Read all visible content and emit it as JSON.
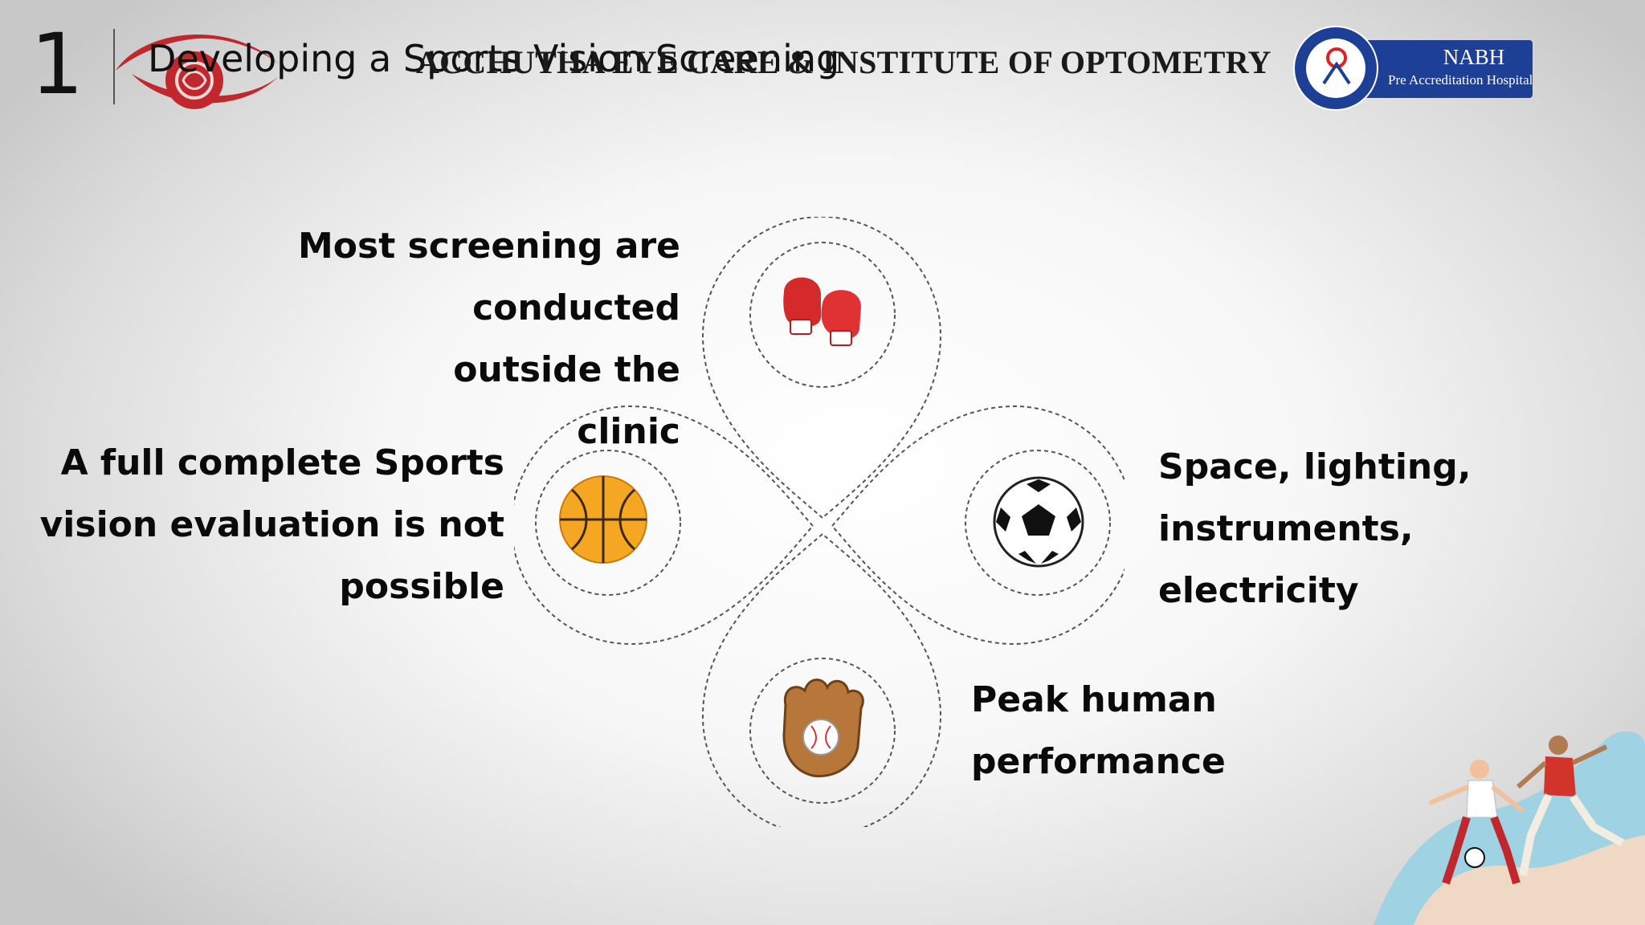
{
  "header": {
    "slide_number": "1",
    "title": "Developing a Sports Vision Screening",
    "institute": "ACCHUTHA EYE CARE & INSTITUTE OF OPTOMETRY",
    "nabh": {
      "title": "NABH",
      "subtitle": "Pre Accreditation Hospital"
    }
  },
  "points": {
    "top": "Most screening are conducted\noutside the\nclinic",
    "left": "A full complete Sports\nvision evaluation is not\npossible",
    "right": "Space, lighting,\ninstruments, electricity",
    "bottom": "Peak human\nperformance"
  },
  "icons": {
    "top": "boxing-gloves-icon",
    "left": "basketball-icon",
    "right": "soccer-ball-icon",
    "bottom": "baseball-glove-icon",
    "logo": "eye-logo",
    "decoration": "soccer-players-illustration"
  },
  "colors": {
    "logo_red": "#c0282d",
    "nabh_blue": "#1e3f96",
    "dashed_outline": "#555555"
  }
}
